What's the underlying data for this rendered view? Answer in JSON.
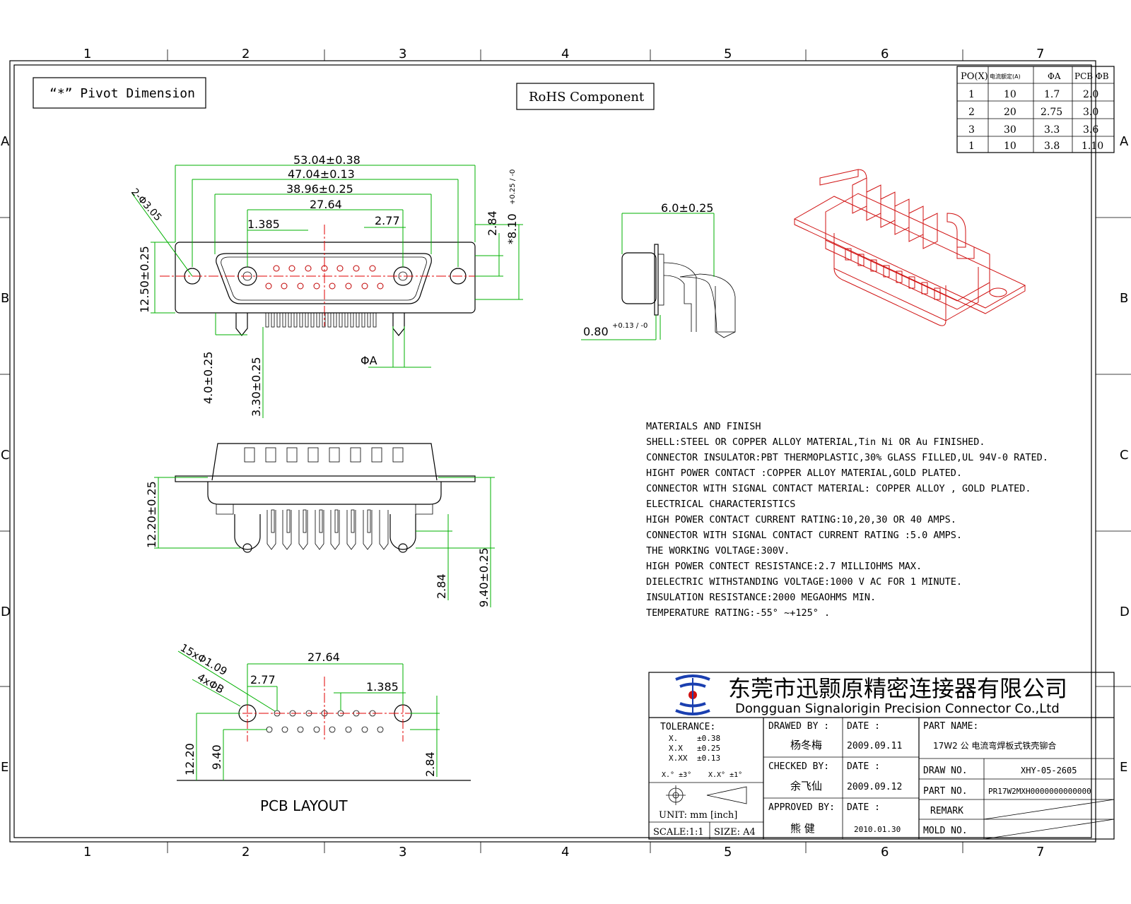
{
  "frame": {
    "col_numbers": [
      "1",
      "2",
      "3",
      "4",
      "5",
      "6",
      "7"
    ],
    "row_letters": [
      "A",
      "B",
      "C",
      "D",
      "E"
    ]
  },
  "notes": {
    "pivot": "“*” Pivot Dimension",
    "rohs": "RoHS  Component"
  },
  "spec_table": {
    "headers": [
      "PO(X)",
      "电流额定(A)",
      "ΦA",
      "PCB ΦB"
    ],
    "rows": [
      [
        "1",
        "10",
        "1.7",
        "2.0"
      ],
      [
        "2",
        "20",
        "2.75",
        "3.0"
      ],
      [
        "3",
        "30",
        "3.3",
        "3.6"
      ],
      [
        "1",
        "10",
        "3.8",
        "1.10"
      ]
    ]
  },
  "dims": {
    "d_53": "53.04±0.38",
    "d_47": "47.04±0.13",
    "d_38": "38.96±0.25",
    "d_27": "27.64",
    "d_1385": "1.385",
    "d_277": "2.77",
    "holes": "2-Φ3.05",
    "d_1250": "12.50±0.25",
    "d_284": "2.84",
    "d_810": "*8.10",
    "d_810_tol": "+0.25 / -0",
    "d_40": "4.0±0.25",
    "d_330": "3.30±0.25",
    "phiA": "ΦA",
    "d_60": "6.0±0.25",
    "d_080": "0.80",
    "d_080_tol": "+0.13 / -0",
    "d_1220": "12.20±0.25",
    "d_284b": "2.84",
    "d_940": "9.40±0.25",
    "pcb_27": "27.64",
    "pcb_277": "2.77",
    "pcb_1385": "1.385",
    "pcb_15": "15xΦ1.09",
    "pcb_4": "4xΦB",
    "pcb_1220": "12.20",
    "pcb_940": "9.40",
    "pcb_284": "2.84",
    "pcb_title": "PCB  LAYOUT"
  },
  "materials": [
    "MATERIALS AND  FINISH",
    "SHELL:STEEL OR COPPER ALLOY MATERIAL,Tin Ni OR Au FINISHED.",
    "CONNECTOR INSULATOR:PBT THERMOPLASTIC,30% GLASS FILLED,UL 94V-0 RATED.",
    "HIGHT POWER CONTACT :COPPER ALLOY MATERIAL,GOLD PLATED.",
    "CONNECTOR WITH SIGNAL CONTACT MATERIAL: COPPER ALLOY , GOLD PLATED.",
    "ELECTRICAL CHARACTERISTICS",
    "HIGH POWER CONTACT CURRENT RATING:10,20,30 OR 40 AMPS.",
    "CONNECTOR WITH SIGNAL CONTACT CURRENT RATING :5.0 AMPS.",
    "THE WORKING VOLTAGE:300V.",
    "HIGH POWER CONTECT RESISTANCE:2.7 MILLIOHMS MAX.",
    "DIELECTRIC WITHSTANDING VOLTAGE:1000 V AC FOR 1 MINUTE.",
    "INSULATION RESISTANCE:2000 MEGAOHMS MIN.",
    "TEMPERATURE RATING:-55° ~+125° ."
  ],
  "title_block": {
    "company_cn": "东莞市迅颢原精密连接器有限公司",
    "company_en": "Dongguan Signalorigin Precision Connector Co.,Ltd",
    "tolerance_label": "TOLERANCE:",
    "tol_rows": [
      [
        "X.",
        "±0.38"
      ],
      [
        "X.X",
        "±0.25"
      ],
      [
        "X.XX",
        "±0.13"
      ]
    ],
    "tol_angle_1": "X.° ±3°",
    "tol_angle_2": "X.X° ±1°",
    "unit": "UNIT: mm  [inch]",
    "scale": "SCALE:1:1",
    "size": "SIZE: A4",
    "drawn_by_label": "DRAWED  BY :",
    "drawn_by": "杨冬梅",
    "checked_by_label": "CHECKED BY:",
    "checked_by": "余飞仙",
    "approved_by_label": "APPROVED BY:",
    "approved_by": "熊 健",
    "date_label": "DATE :",
    "date_1": "2009.09.11",
    "date_2": "2009.09.12",
    "date_3": "2010.01.30",
    "part_name_label": "PART NAME:",
    "part_name": "17W2 公 电流弯焊板式铁壳铆合",
    "draw_no_label": "DRAW  NO.",
    "draw_no": "XHY-05-2605",
    "part_no_label": "PART  NO.",
    "part_no": "PR17W2MXH0000000000000",
    "remark_label": "REMARK",
    "mold_no_label": "MOLD  NO."
  }
}
